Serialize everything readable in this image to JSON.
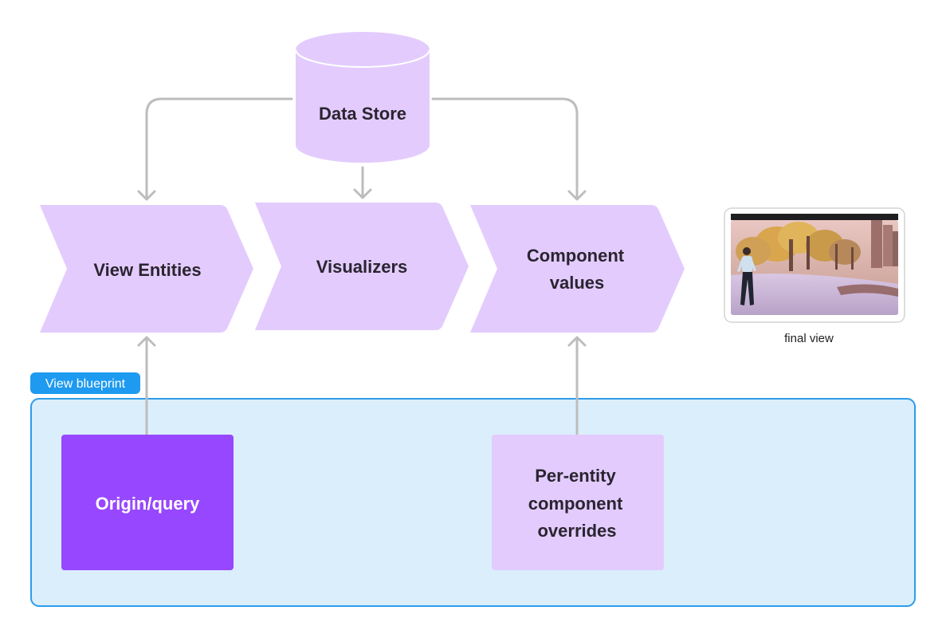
{
  "data_store": {
    "label": "Data Store"
  },
  "stages": [
    {
      "lines": [
        "View Entities"
      ]
    },
    {
      "lines": [
        "Visualizers"
      ]
    },
    {
      "lines": [
        "Component",
        "values"
      ]
    }
  ],
  "blueprint": {
    "tag": "View blueprint",
    "origin_query": {
      "label": "Origin/query"
    },
    "overrides": {
      "lines": [
        "Per-entity",
        "component",
        "overrides"
      ]
    }
  },
  "final_view": {
    "caption": "final view",
    "thumbnail": "app-window-screenshot-of-person-walking-in-park"
  },
  "colors": {
    "lavender": "#e3ccfd",
    "purple": "#9747ff",
    "blueprint_fill": "#dbeefb",
    "blueprint_stroke": "#2d9cea",
    "tag_fill": "#1e9af0",
    "connector": "#bdbdbd",
    "text_dark": "#2a2430"
  }
}
